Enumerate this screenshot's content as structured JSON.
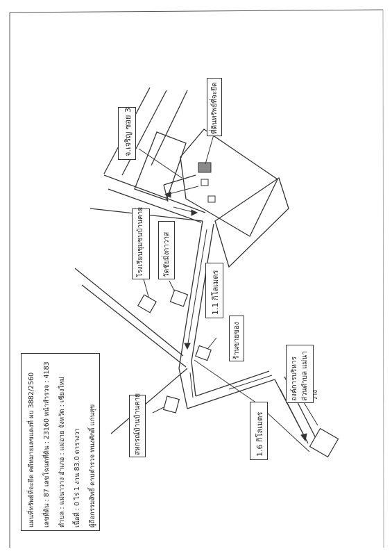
{
  "landowner_info": {
    "line1": "แผนที่ทรัพย์ที่จะยึด คดีหมายเลขแดงที่ ผบ 3882/2560",
    "line2": "เลขที่ดิน : 87 เลขโฉนดที่ดิน : 23160 หน้าสำรวจ : 4183",
    "line3": "ตำบล : แม่นาวาง อำเภอ : แม่อาย จังหวัด : เชียงใหม่",
    "line4": "เนื้อที่ : 0 ไร่ 1 งาน 83.0 ตารางวา",
    "line5": "ผู้ถือกรรมสิทธิ์ ดาบตำรวจ ทนงศักดิ์ แก่นสุข"
  },
  "labels": {
    "target_property": "ที่ดินทรัพย์ที่จะยึด",
    "alley": "จ.เจริญ ซอย 3",
    "school": "โรงเรียนชุมชนบ้านคาย",
    "temple": "วัดชัยมิ่งกาวาส",
    "distance_1": "1.1 กิโลเมตร",
    "shop": "ร้านขายของ",
    "org": "องค์การบริหารส่วนตำบล แม่นาวาง",
    "coop": "สหกรณ์บ้านบ้านคาย",
    "distance_2": "1.6 กิโลเมตร"
  },
  "colors": {
    "ink": "#333333",
    "target_fill": "#8a8a8a",
    "paper": "#ffffff"
  }
}
